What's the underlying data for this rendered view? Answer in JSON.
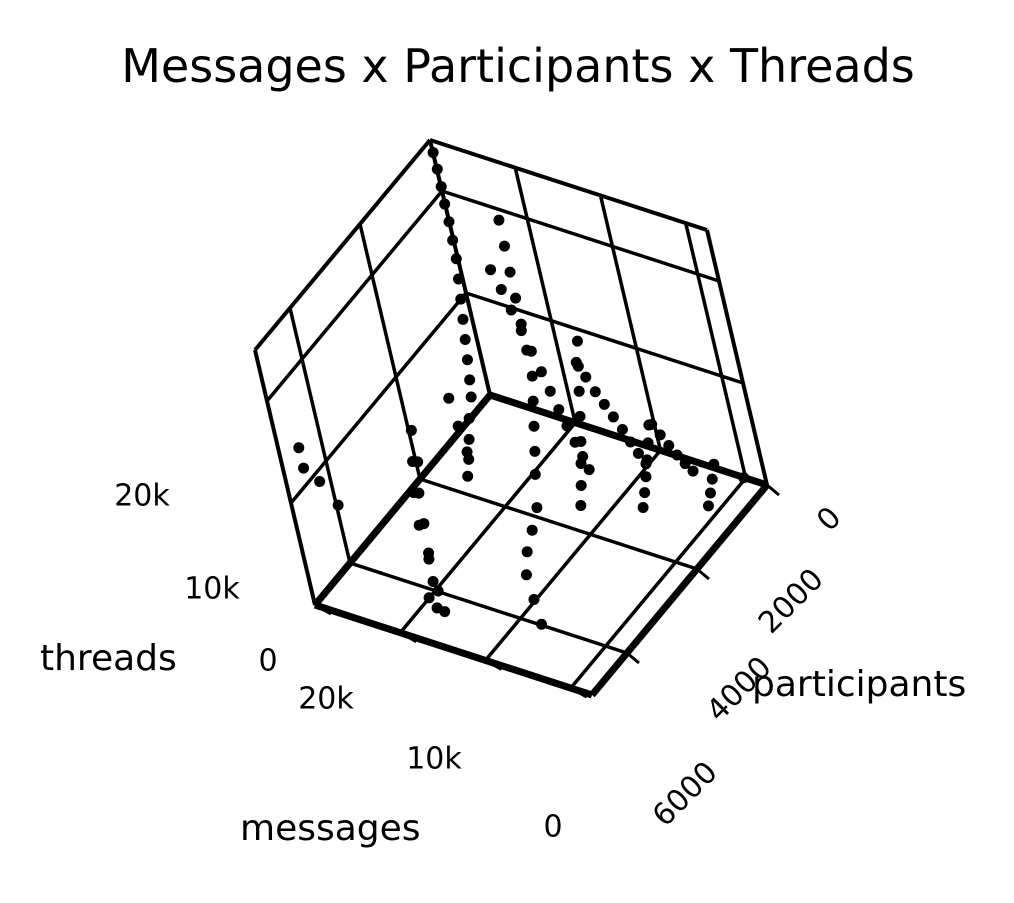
{
  "chart_data": {
    "type": "scatter",
    "title": "Messages x Participants x Threads",
    "xlabel": "messages",
    "ylabel": "participants",
    "zlabel": "threads",
    "x_ticks": [
      "0",
      "10k",
      "20k"
    ],
    "y_ticks": [
      "0",
      "2000",
      "4000",
      "6000"
    ],
    "z_ticks": [
      "0",
      "10k",
      "20k"
    ],
    "xlim": [
      0,
      25000
    ],
    "ylim": [
      0,
      6500
    ],
    "zlim": [
      0,
      25000
    ],
    "grid": true,
    "point_color": "#000000",
    "series": [
      {
        "points": [
          {
            "x": 200,
            "y": 50,
            "z": 24000
          },
          {
            "x": 300,
            "y": 80,
            "z": 22500
          },
          {
            "x": 500,
            "y": 120,
            "z": 21000
          },
          {
            "x": 700,
            "y": 150,
            "z": 19500
          },
          {
            "x": 900,
            "y": 200,
            "z": 18000
          },
          {
            "x": 1200,
            "y": 250,
            "z": 16500
          },
          {
            "x": 1500,
            "y": 300,
            "z": 15000
          },
          {
            "x": 2000,
            "y": 350,
            "z": 13500
          },
          {
            "x": 2500,
            "y": 400,
            "z": 12000
          },
          {
            "x": 3000,
            "y": 450,
            "z": 10500
          },
          {
            "x": 3500,
            "y": 500,
            "z": 9000
          },
          {
            "x": 4000,
            "y": 550,
            "z": 7500
          },
          {
            "x": 4500,
            "y": 600,
            "z": 6000
          },
          {
            "x": 5000,
            "y": 650,
            "z": 4800
          },
          {
            "x": 6000,
            "y": 700,
            "z": 3600
          },
          {
            "x": 7000,
            "y": 800,
            "z": 2500
          },
          {
            "x": 8000,
            "y": 900,
            "z": 1500
          },
          {
            "x": 9000,
            "y": 1000,
            "z": 800
          },
          {
            "x": 1000,
            "y": 1500,
            "z": 20000
          },
          {
            "x": 1500,
            "y": 1600,
            "z": 18000
          },
          {
            "x": 2000,
            "y": 1700,
            "z": 16000
          },
          {
            "x": 2500,
            "y": 1800,
            "z": 14000
          },
          {
            "x": 3000,
            "y": 1900,
            "z": 12000
          },
          {
            "x": 3500,
            "y": 2000,
            "z": 10000
          },
          {
            "x": 4000,
            "y": 2100,
            "z": 8000
          },
          {
            "x": 5000,
            "y": 2200,
            "z": 6500
          },
          {
            "x": 6000,
            "y": 2300,
            "z": 5000
          },
          {
            "x": 7000,
            "y": 2400,
            "z": 3500
          },
          {
            "x": 8000,
            "y": 2500,
            "z": 2200
          },
          {
            "x": 2000,
            "y": 3000,
            "z": 11000
          },
          {
            "x": 3000,
            "y": 3100,
            "z": 9500
          },
          {
            "x": 4000,
            "y": 3200,
            "z": 8000
          },
          {
            "x": 5000,
            "y": 3300,
            "z": 6500
          },
          {
            "x": 6000,
            "y": 3400,
            "z": 5000
          },
          {
            "x": 7000,
            "y": 3500,
            "z": 3800
          },
          {
            "x": 8000,
            "y": 3600,
            "z": 2600
          },
          {
            "x": 9000,
            "y": 3700,
            "z": 1600
          },
          {
            "x": 1500,
            "y": 4200,
            "z": 4000
          },
          {
            "x": 2500,
            "y": 4300,
            "z": 3200
          },
          {
            "x": 3500,
            "y": 4400,
            "z": 2500
          },
          {
            "x": 4500,
            "y": 4500,
            "z": 1800
          },
          {
            "x": 5500,
            "y": 4600,
            "z": 1200
          },
          {
            "x": 6500,
            "y": 4700,
            "z": 700
          },
          {
            "x": 1000,
            "y": 5500,
            "z": 1500
          },
          {
            "x": 2000,
            "y": 5600,
            "z": 1000
          },
          {
            "x": 3000,
            "y": 5700,
            "z": 600
          },
          {
            "x": 4000,
            "y": 5800,
            "z": 300
          },
          {
            "x": 200,
            "y": 6000,
            "z": 200
          },
          {
            "x": 12000,
            "y": 500,
            "z": 4000
          },
          {
            "x": 14000,
            "y": 800,
            "z": 3000
          },
          {
            "x": 16000,
            "y": 1200,
            "z": 2200
          },
          {
            "x": 18000,
            "y": 1600,
            "z": 1500
          },
          {
            "x": 20000,
            "y": 2000,
            "z": 900
          },
          {
            "x": 22000,
            "y": 2400,
            "z": 500
          },
          {
            "x": 11000,
            "y": 300,
            "z": 6000
          },
          {
            "x": 13000,
            "y": 600,
            "z": 5000
          },
          {
            "x": 15000,
            "y": 900,
            "z": 4000
          },
          {
            "x": 17000,
            "y": 1300,
            "z": 3000
          },
          {
            "x": 19000,
            "y": 1800,
            "z": 2000
          },
          {
            "x": 21000,
            "y": 2300,
            "z": 1200
          },
          {
            "x": 10000,
            "y": 2800,
            "z": 1000
          },
          {
            "x": 12000,
            "y": 3000,
            "z": 700
          },
          {
            "x": 14000,
            "y": 3200,
            "z": 500
          },
          {
            "x": 16000,
            "y": 3500,
            "z": 300
          },
          {
            "x": 18000,
            "y": 4000,
            "z": 200
          },
          {
            "x": 20000,
            "y": 4500,
            "z": 100
          },
          {
            "x": 9500,
            "y": 1100,
            "z": 9000
          },
          {
            "x": 10500,
            "y": 1400,
            "z": 7500
          },
          {
            "x": 11500,
            "y": 1700,
            "z": 6200
          },
          {
            "x": 24000,
            "y": 300,
            "z": 15000
          },
          {
            "x": 24000,
            "y": 300,
            "z": 13000
          },
          {
            "x": 23000,
            "y": 400,
            "z": 11000
          },
          {
            "x": 22000,
            "y": 500,
            "z": 8000
          },
          {
            "x": 23500,
            "y": 2600,
            "z": 3000
          },
          {
            "x": 23000,
            "y": 2800,
            "z": 1500
          },
          {
            "x": 600,
            "y": 900,
            "z": 14000
          },
          {
            "x": 800,
            "y": 1100,
            "z": 12500
          },
          {
            "x": 1100,
            "y": 1300,
            "z": 11000
          },
          {
            "x": 1400,
            "y": 1500,
            "z": 9500
          },
          {
            "x": 1700,
            "y": 1700,
            "z": 8000
          },
          {
            "x": 2000,
            "y": 1900,
            "z": 6500
          },
          {
            "x": 2400,
            "y": 2100,
            "z": 5200
          },
          {
            "x": 2800,
            "y": 2300,
            "z": 4000
          },
          {
            "x": 3200,
            "y": 2500,
            "z": 3000
          },
          {
            "x": 3600,
            "y": 2700,
            "z": 2000
          },
          {
            "x": 4000,
            "y": 2900,
            "z": 1200
          },
          {
            "x": 4500,
            "y": 3100,
            "z": 600
          },
          {
            "x": 500,
            "y": 2500,
            "z": 7000
          },
          {
            "x": 700,
            "y": 2700,
            "z": 6000
          },
          {
            "x": 900,
            "y": 2900,
            "z": 5000
          },
          {
            "x": 1100,
            "y": 3100,
            "z": 4200
          },
          {
            "x": 1300,
            "y": 3300,
            "z": 3400
          },
          {
            "x": 1500,
            "y": 3500,
            "z": 2600
          },
          {
            "x": 1800,
            "y": 3700,
            "z": 1900
          },
          {
            "x": 2100,
            "y": 3900,
            "z": 1300
          },
          {
            "x": 2400,
            "y": 4100,
            "z": 800
          },
          {
            "x": 300,
            "y": 4000,
            "z": 2800
          },
          {
            "x": 500,
            "y": 4200,
            "z": 2200
          },
          {
            "x": 700,
            "y": 4400,
            "z": 1600
          },
          {
            "x": 900,
            "y": 4600,
            "z": 1100
          },
          {
            "x": 1100,
            "y": 4800,
            "z": 700
          },
          {
            "x": 1300,
            "y": 5000,
            "z": 400
          }
        ]
      }
    ]
  }
}
